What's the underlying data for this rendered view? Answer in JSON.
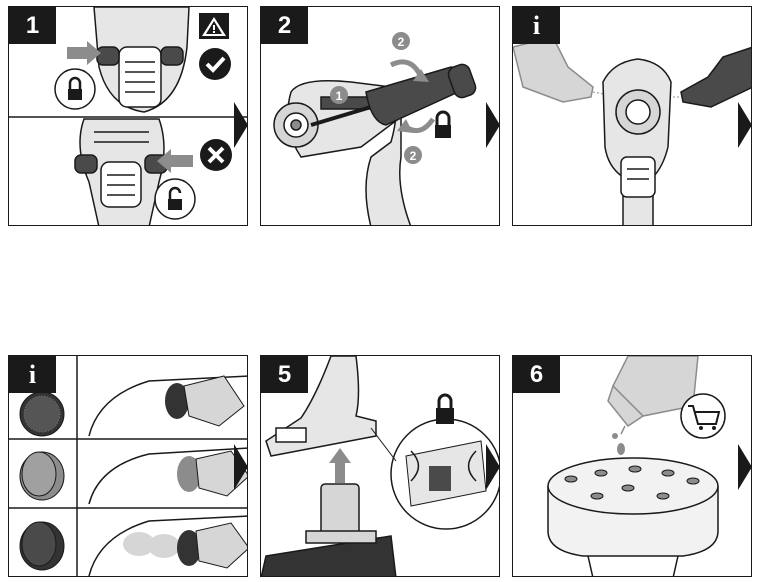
{
  "steps": [
    {
      "label": "1"
    },
    {
      "label": "2"
    },
    {
      "label": "i"
    },
    {
      "label": "i"
    },
    {
      "label": "5"
    },
    {
      "label": "6"
    }
  ],
  "panel2_callouts": {
    "one": "1",
    "two_top": "2",
    "two_bottom": "2"
  },
  "colors": {
    "frame": "#1a1a1a",
    "tool_grey": "#d6d6d6",
    "dark_grey": "#4a4a4a",
    "accent_grey": "#8c8c8c"
  },
  "icons": [
    "lock-icon",
    "unlock-icon",
    "warning-triangle-icon",
    "check-circle-icon",
    "cross-circle-icon",
    "rotate-arrow-icon",
    "shopping-cart-icon",
    "next-arrow-icon"
  ]
}
